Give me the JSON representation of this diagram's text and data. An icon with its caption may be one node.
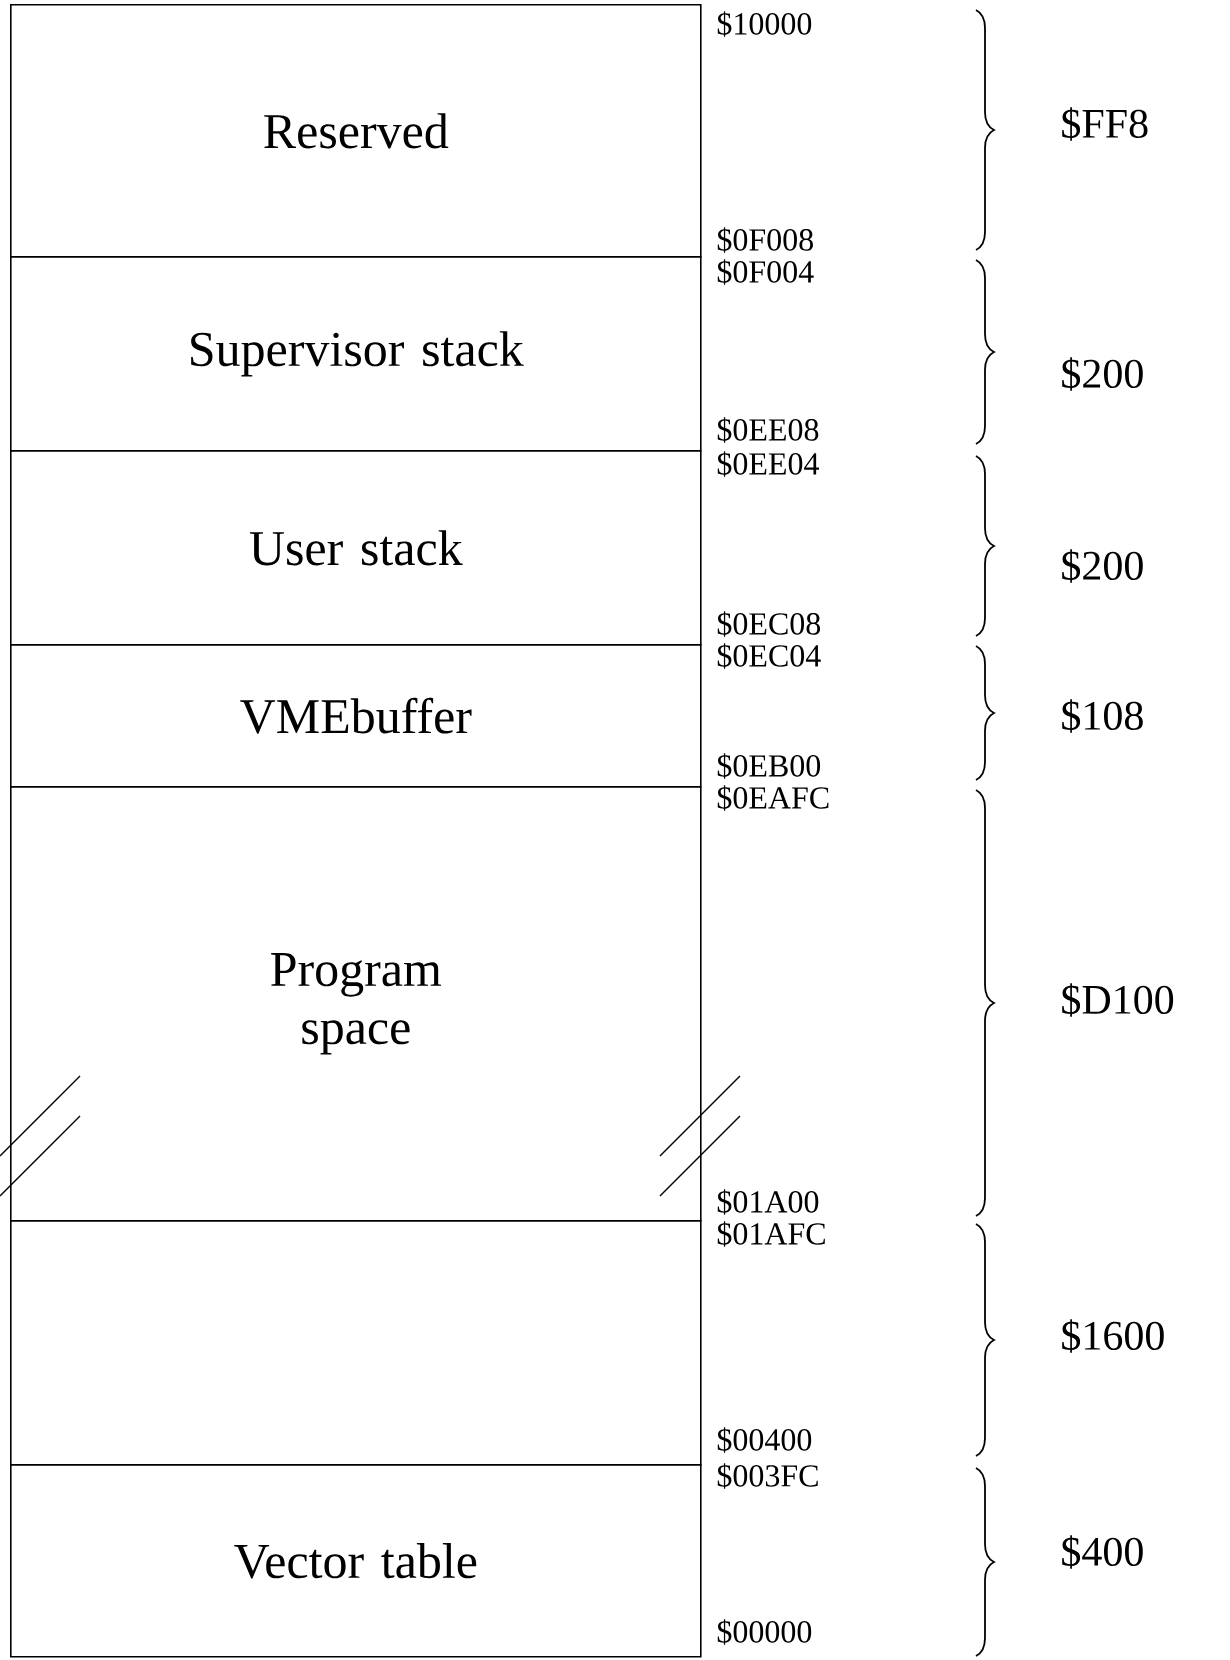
{
  "diagram": {
    "nodes": [
      {
        "text": [
          "Reserved"
        ]
      },
      {
        "text": [
          "Supervisor stack"
        ]
      },
      {
        "text": [
          "User stack"
        ]
      },
      {
        "text": [
          "VMEbuffer"
        ]
      },
      {
        "text": [
          "Program space"
        ]
      },
      {
        "text": [],
        "shape": "box"
      },
      {
        "text": [
          "Vector table"
        ]
      }
    ],
    "labels": [
      "$10000",
      "$FF8",
      "$0F008",
      "$0F004",
      "$200",
      "$0EE08",
      "$0EE04",
      "$200",
      "$0EC08",
      "$0EC04",
      "$108",
      "$0EB00",
      "$0EAFC",
      "$D100",
      "$01A00",
      "$01AFC",
      "$1600",
      "$00400",
      "$003FC",
      "$400",
      "$00000"
    ]
  }
}
